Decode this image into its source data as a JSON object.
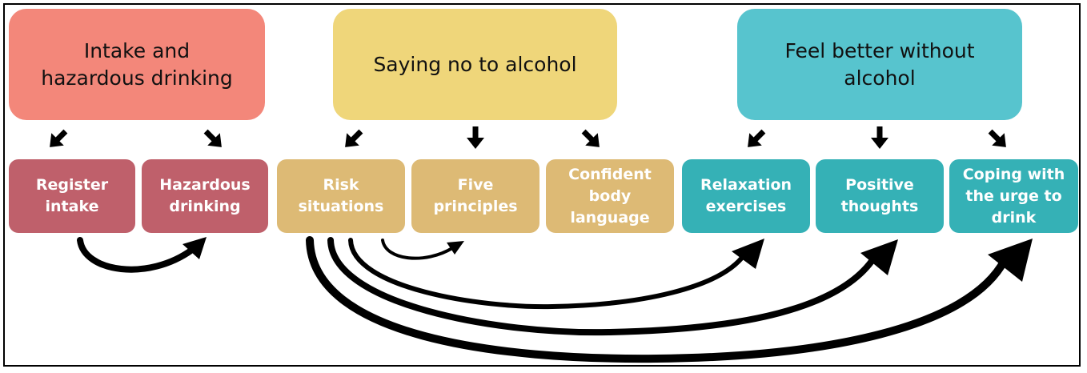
{
  "colors": {
    "red_big": "#F3877A",
    "yellow_big": "#EFD67A",
    "teal_big": "#57C4CE",
    "red_small": "#BF606B",
    "yellow_small": "#DDBA75",
    "teal_small": "#35B1B6",
    "arrow": "#000000"
  },
  "groups": [
    {
      "title_lines": [
        "Intake and",
        "hazardous drinking"
      ],
      "items": [
        {
          "lines": [
            "Register",
            "intake"
          ]
        },
        {
          "lines": [
            "Hazardous",
            "drinking"
          ]
        }
      ]
    },
    {
      "title_lines": [
        "Saying no to alcohol"
      ],
      "items": [
        {
          "lines": [
            "Risk",
            "situations"
          ]
        },
        {
          "lines": [
            "Five",
            "principles"
          ]
        },
        {
          "lines": [
            "Confident",
            "body",
            "language"
          ]
        }
      ]
    },
    {
      "title_lines": [
        "Feel better without",
        "alcohol"
      ],
      "items": [
        {
          "lines": [
            "Relaxation",
            "exercises"
          ]
        },
        {
          "lines": [
            "Positive",
            "thoughts"
          ]
        },
        {
          "lines": [
            "Coping with",
            "the urge to",
            "drink"
          ]
        }
      ]
    }
  ],
  "connections": [
    {
      "from": "Register intake",
      "to": "Hazardous drinking"
    },
    {
      "from": "Risk situations",
      "to": "Five principles"
    },
    {
      "from": "Risk situations",
      "to": "Relaxation exercises"
    },
    {
      "from": "Risk situations",
      "to": "Positive thoughts"
    },
    {
      "from": "Risk situations",
      "to": "Coping with the urge to drink"
    }
  ]
}
